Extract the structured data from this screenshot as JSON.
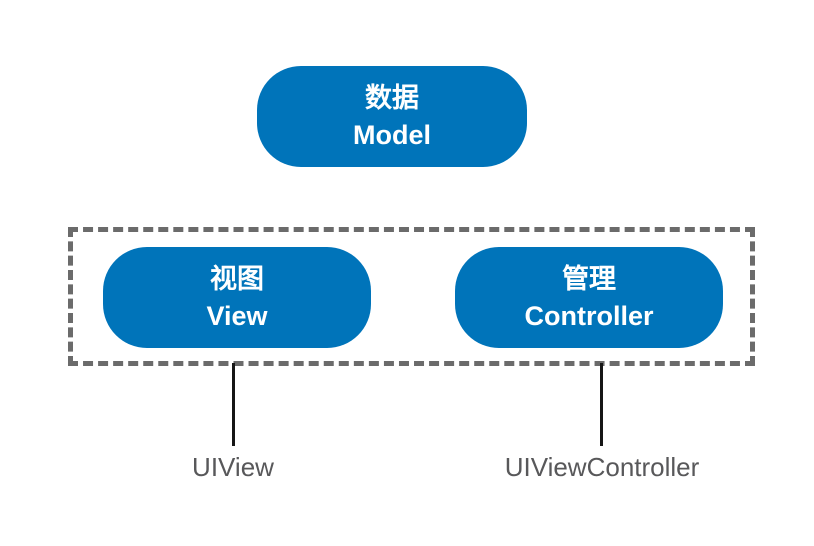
{
  "diagram": {
    "nodes": {
      "model": {
        "line1": "数据",
        "line2": "Model"
      },
      "view": {
        "line1": "视图",
        "line2": "View"
      },
      "controller": {
        "line1": "管理",
        "line2": "Controller"
      }
    },
    "annotations": {
      "view_class": "UIView",
      "controller_class": "UIViewController"
    },
    "colors": {
      "node_fill": "#0074ba",
      "node_text": "#ffffff",
      "group_dashed_border": "#6b6b6b",
      "connector_line": "#161616",
      "class_label_text": "#58585a",
      "background": "#ffffff"
    }
  }
}
